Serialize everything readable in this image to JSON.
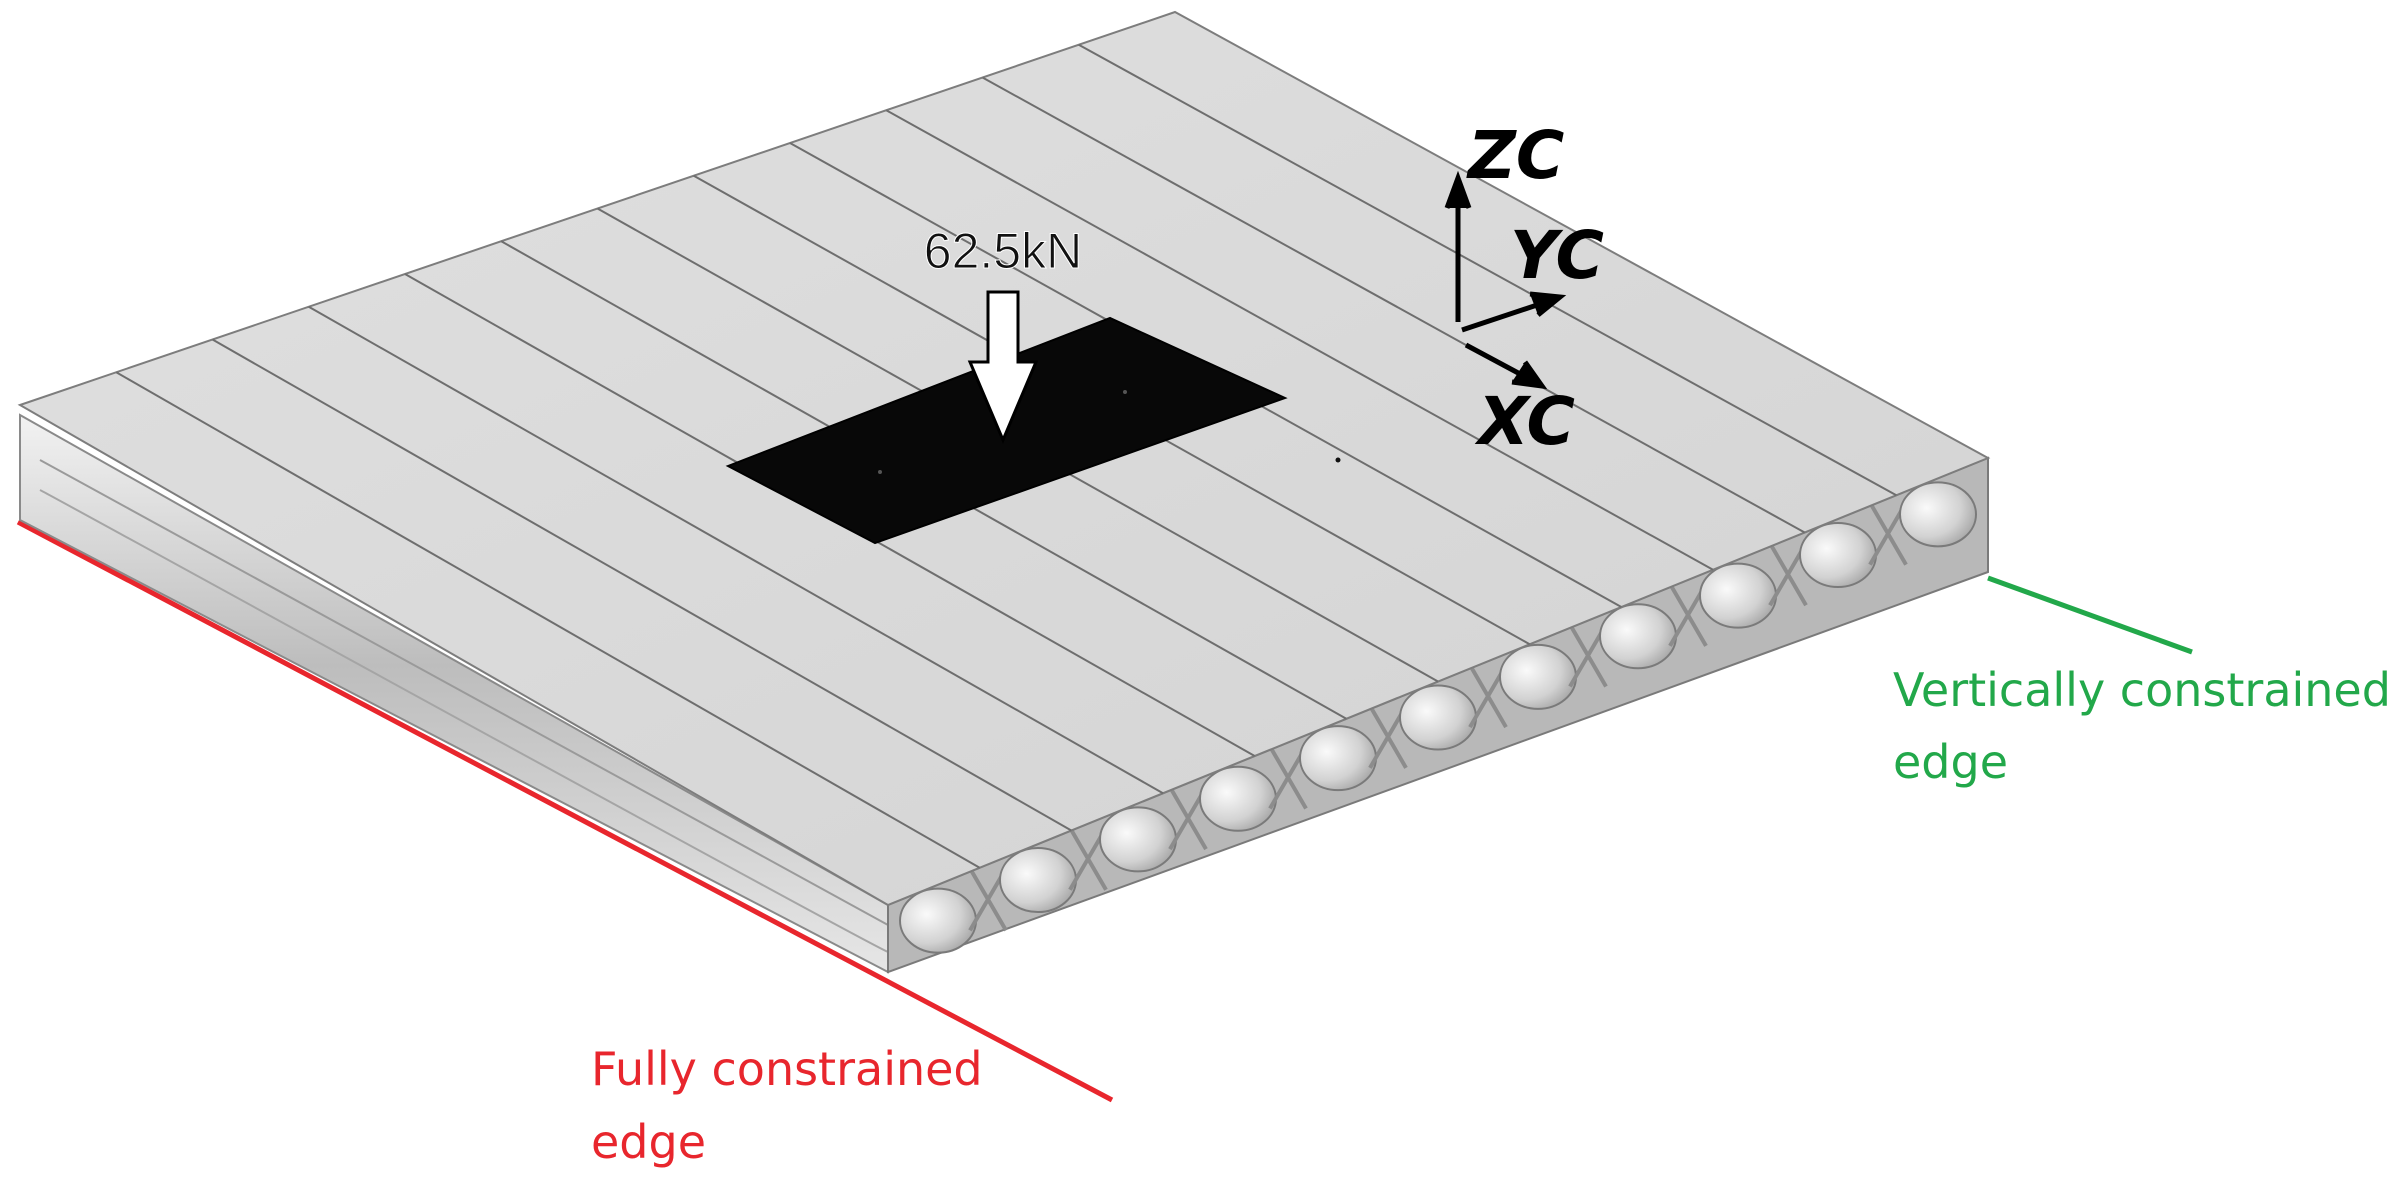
{
  "load": {
    "label": "62.5kN"
  },
  "axes": {
    "z": "ZC",
    "y": "YC",
    "x": "XC"
  },
  "annotations": {
    "vertical": {
      "line1": "Vertically constrained",
      "line2": "edge",
      "color": "#22a84a"
    },
    "fixed": {
      "line1": "Fully constrained",
      "line2": "edge",
      "color": "#e8262d"
    }
  },
  "colors": {
    "panel_top": "#d9d9d9",
    "panel_side": "#c4c4c4",
    "load_patch": "#080808"
  }
}
